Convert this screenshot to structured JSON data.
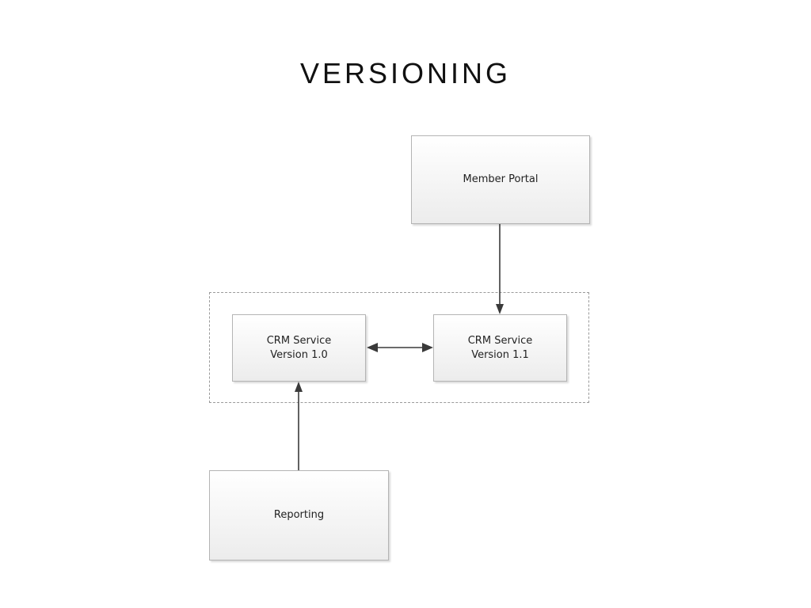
{
  "title": "VERSIONING",
  "nodes": {
    "member_portal": {
      "label": "Member Portal"
    },
    "crm_v10": {
      "line1": "CRM Service",
      "line2": "Version 1.0"
    },
    "crm_v11": {
      "line1": "CRM Service",
      "line2": "Version 1.1"
    },
    "reporting": {
      "label": "Reporting"
    }
  },
  "edges": [
    {
      "from": "Member Portal",
      "to": "CRM Service Version 1.1",
      "direction": "one-way"
    },
    {
      "from": "CRM Service Version 1.0",
      "to": "CRM Service Version 1.1",
      "direction": "two-way"
    },
    {
      "from": "Reporting",
      "to": "CRM Service Version 1.0",
      "direction": "one-way"
    }
  ],
  "colors": {
    "node_border": "#b4b4b4",
    "node_fill_top": "#ffffff",
    "node_fill_bottom": "#ececec",
    "connector": "#3a3a3a",
    "group_border": "#9a9a9a"
  }
}
